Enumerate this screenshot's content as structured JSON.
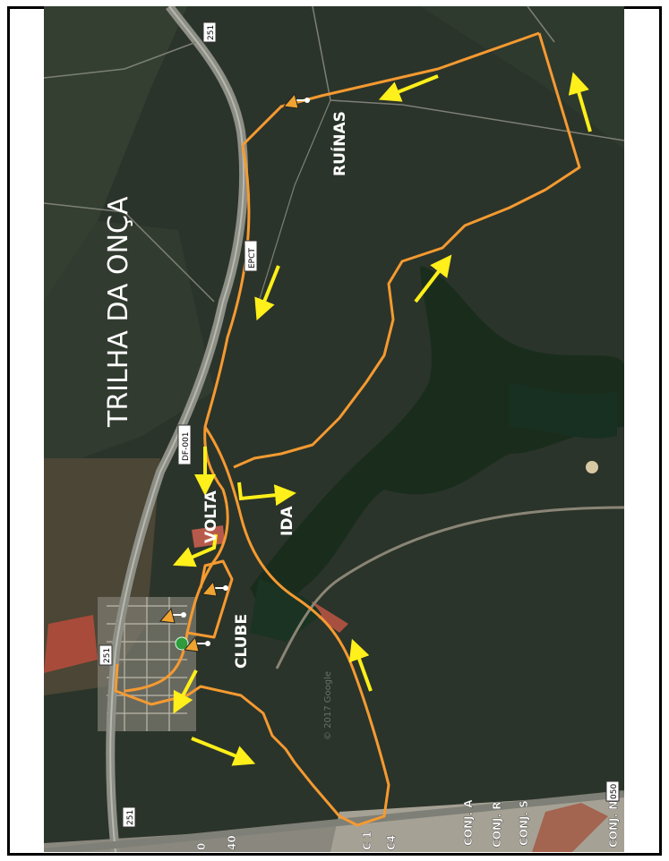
{
  "map": {
    "title": "TRILHA DA ONÇA",
    "places": {
      "ruinas": "RUÍNAS",
      "clube": "CLUBE",
      "ida": "IDA",
      "volta": "VOLTA"
    },
    "road_labels": {
      "r251_top": "251",
      "r251_mid": "251",
      "r251_bottom": "251",
      "epct": "EPCT",
      "df001": "DF-001",
      "r050": "050",
      "conj_a": "CONJ. A",
      "conj_r": "CONJ. R",
      "conj_s": "CONJ. S",
      "conj_n": "CONJ. N",
      "c1": "C 1",
      "c4": "C4",
      "n40": "40",
      "n0": "0"
    },
    "watermark": "© 2017 Google",
    "colors": {
      "route": "#f59a31",
      "arrow": "#ffef1a",
      "label": "#ffffff",
      "terrain": "#2b342a"
    }
  }
}
